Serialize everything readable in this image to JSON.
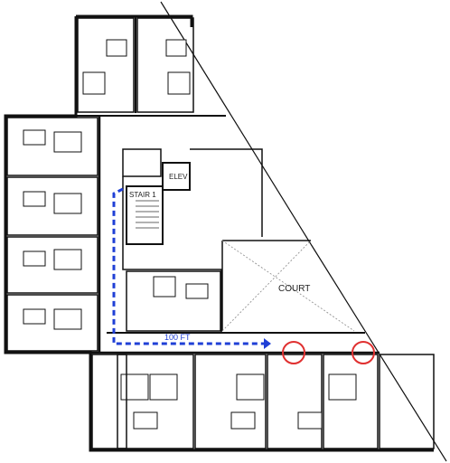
{
  "labels": {
    "elevator": "ELEV",
    "stair": "STAIR 1",
    "court": "COURT",
    "distance": "100 FT"
  },
  "colors": {
    "wall": "#111111",
    "path": "#1f3fd6",
    "marker": "#e03030",
    "dashes": "#888888"
  },
  "markers": [
    "red-circle-1",
    "red-circle-2"
  ]
}
